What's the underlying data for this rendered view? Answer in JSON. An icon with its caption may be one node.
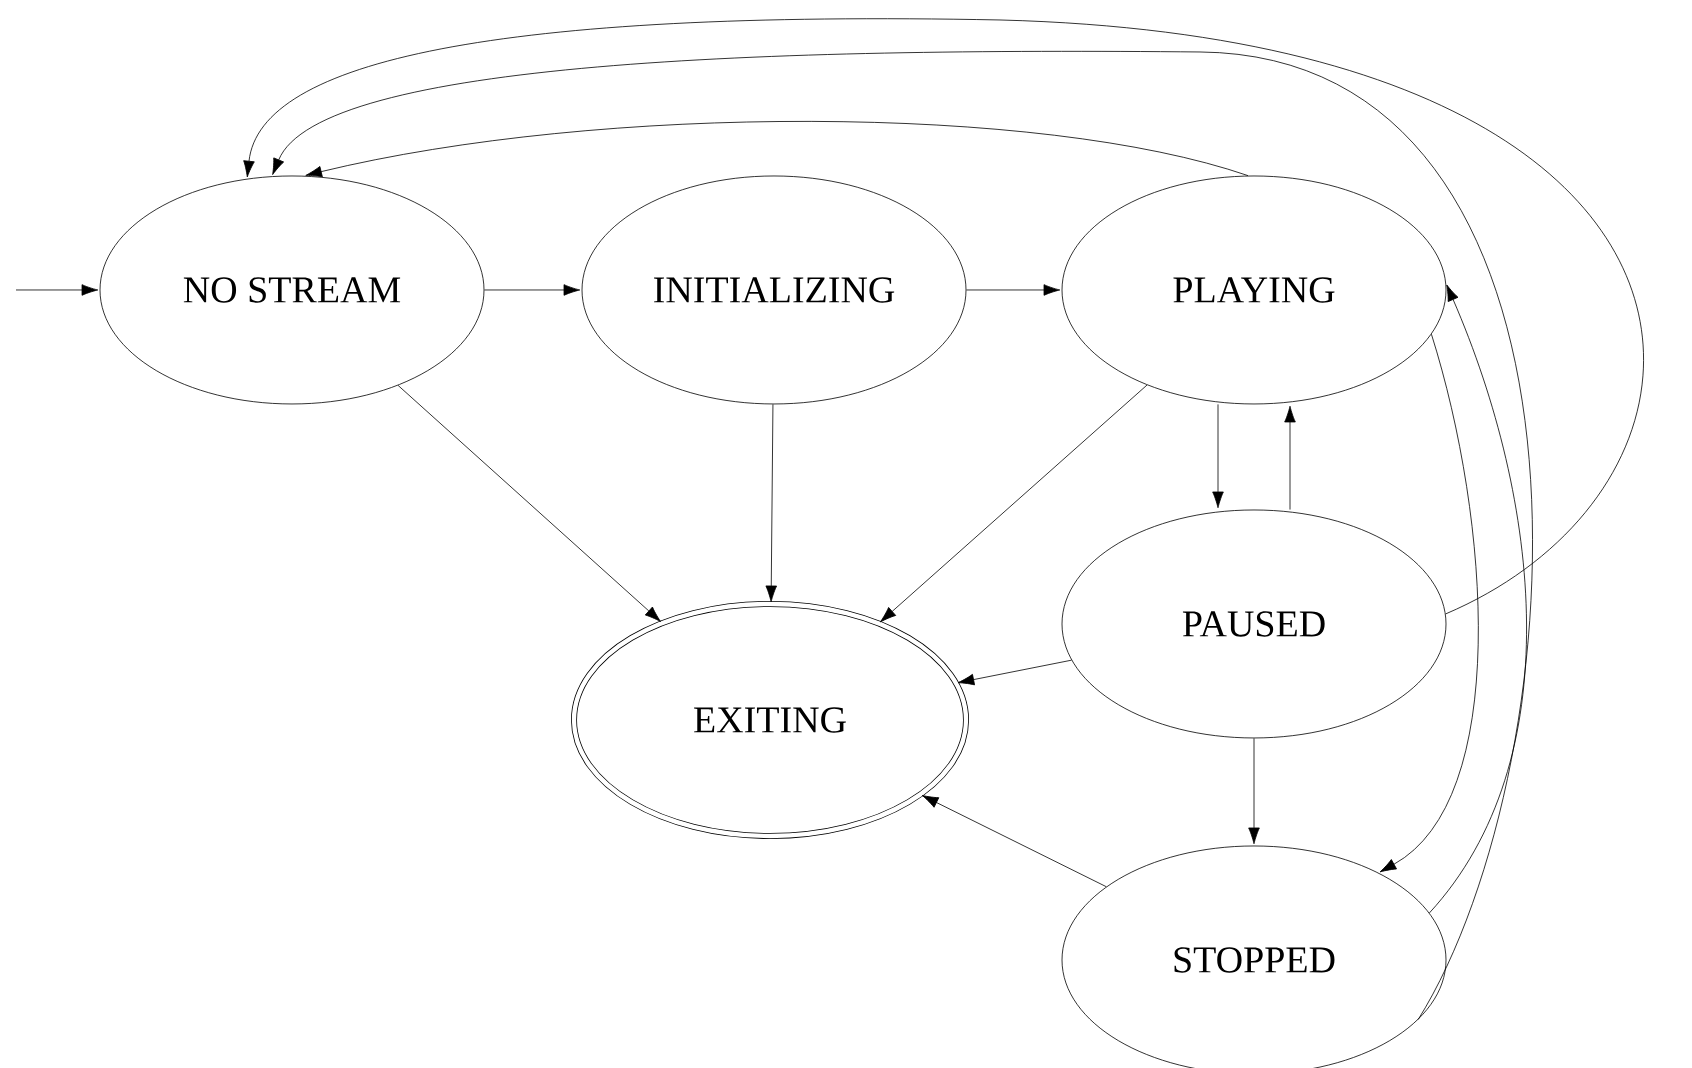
{
  "diagram": {
    "nodes": [
      {
        "text": [
          "NO STREAM"
        ]
      },
      {
        "text": [
          "INITIALIZING"
        ]
      },
      {
        "text": [
          "PLAYING"
        ]
      },
      {
        "text": [
          "PAUSED"
        ]
      },
      {
        "text": [
          "EXITING"
        ]
      },
      {
        "text": [
          "STOPPED"
        ]
      }
    ],
    "edges": [
      {
        "from": null,
        "to": 0,
        "arrow": "to"
      },
      {
        "from": 0,
        "to": 1,
        "arrow": "to"
      },
      {
        "from": 1,
        "to": 2,
        "arrow": "to"
      },
      {
        "from": 0,
        "to": 4,
        "arrow": "to"
      },
      {
        "from": 1,
        "to": 4,
        "arrow": "to"
      },
      {
        "from": 2,
        "to": 4,
        "arrow": "to"
      },
      {
        "from": 2,
        "to": 3,
        "arrow": "to"
      },
      {
        "from": 3,
        "to": 2,
        "arrow": "to"
      },
      {
        "from": 3,
        "to": 4,
        "arrow": "to"
      },
      {
        "from": 3,
        "to": 5,
        "arrow": "to"
      },
      {
        "from": 5,
        "to": 4,
        "arrow": "to"
      },
      {
        "from": 2,
        "to": 5,
        "arrow": "to"
      },
      {
        "from": 5,
        "to": 2,
        "arrow": "to"
      },
      {
        "from": 2,
        "to": 0,
        "arrow": "to"
      },
      {
        "from": 3,
        "to": 0,
        "arrow": "to"
      },
      {
        "from": 5,
        "to": 0,
        "arrow": "to"
      }
    ]
  }
}
